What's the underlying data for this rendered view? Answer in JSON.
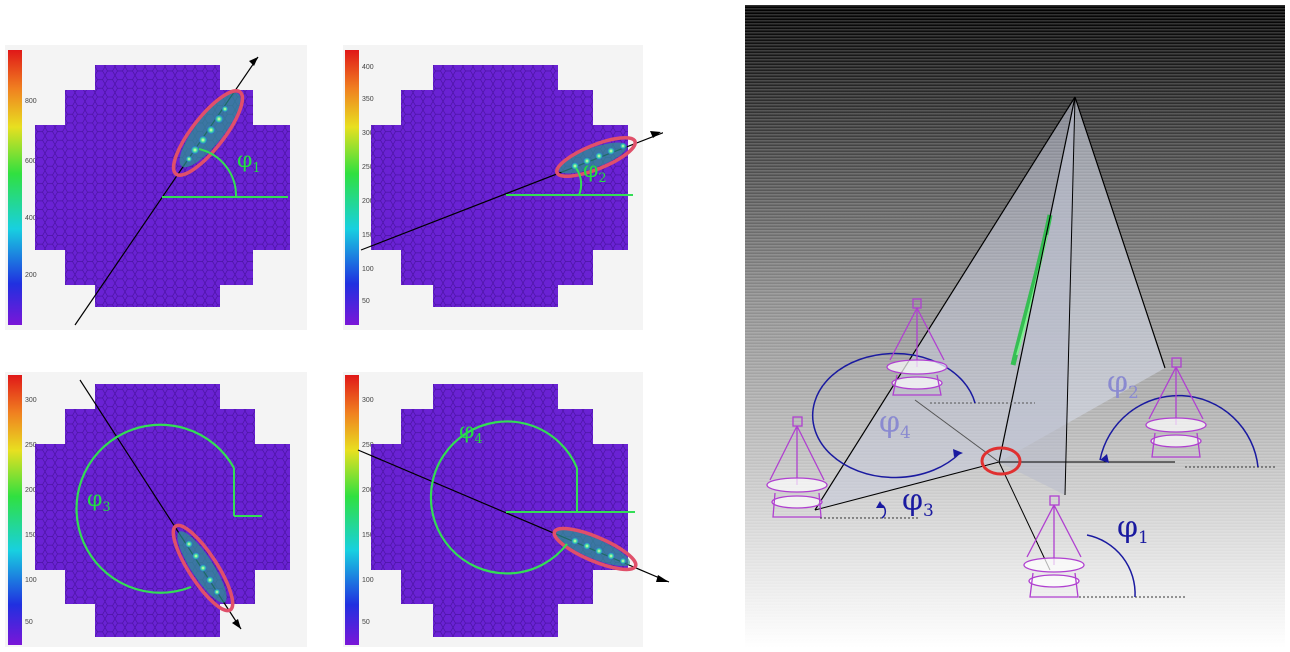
{
  "panels": [
    {
      "id": "cam1",
      "phi": "φ",
      "sub": "1",
      "colorbar_ticks": [
        "800",
        "600",
        "400",
        "200"
      ]
    },
    {
      "id": "cam2",
      "phi": "φ",
      "sub": "2",
      "colorbar_ticks": [
        "400",
        "350",
        "300",
        "250",
        "200",
        "150",
        "100",
        "50"
      ]
    },
    {
      "id": "cam3",
      "phi": "φ",
      "sub": "3",
      "colorbar_ticks": [
        "300",
        "250",
        "200",
        "150",
        "100",
        "50"
      ]
    },
    {
      "id": "cam4",
      "phi": "φ",
      "sub": "4",
      "colorbar_ticks": [
        "300",
        "250",
        "200",
        "150",
        "100",
        "50"
      ]
    }
  ],
  "stereo": {
    "labels": [
      {
        "phi": "φ",
        "sub": "1",
        "color": "#1a1aa0"
      },
      {
        "phi": "φ",
        "sub": "2",
        "color": "#8a8ad0"
      },
      {
        "phi": "φ",
        "sub": "3",
        "color": "#1a1aa0"
      },
      {
        "phi": "φ",
        "sub": "4",
        "color": "#8a8ad0"
      }
    ]
  },
  "colors": {
    "camera_fill": "#6b1fd6",
    "ellipse": "#e0506a",
    "axis_green": "#33dd55",
    "impact_circle": "#e03030",
    "telescope": "#b040d0"
  }
}
